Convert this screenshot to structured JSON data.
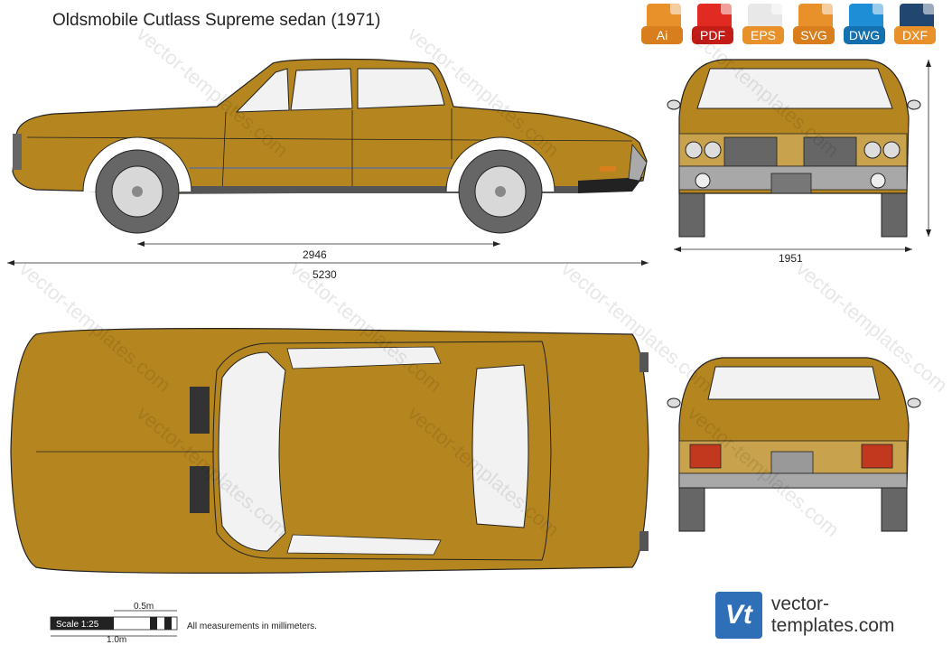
{
  "title": "Oldsmobile Cutlass Supreme sedan (1971)",
  "formats": [
    {
      "label": "Ai",
      "color": "#e8912a",
      "icon": "ai-file-icon"
    },
    {
      "label": "PDF",
      "color": "#e02a22",
      "icon": "pdf-file-icon"
    },
    {
      "label": "EPS",
      "color": "#e8912a",
      "icon": "eps-file-icon"
    },
    {
      "label": "SVG",
      "color": "#e8912a",
      "icon": "svg-file-icon"
    },
    {
      "label": "DWG",
      "color": "#1e8fd6",
      "icon": "dwg-file-icon"
    },
    {
      "label": "DXF",
      "color": "#21466f",
      "icon": "dxf-file-icon"
    }
  ],
  "dimensions": {
    "wheelbase": "2946",
    "length": "5230",
    "width": "1951"
  },
  "scale": {
    "label": "Scale 1:25",
    "half_meter": "0.5m",
    "one_meter": "1.0m"
  },
  "note": "All measurements in millimeters.",
  "brand": "vector-templates.com",
  "watermark": "vector-templates.com",
  "body_color": "#b5861f"
}
